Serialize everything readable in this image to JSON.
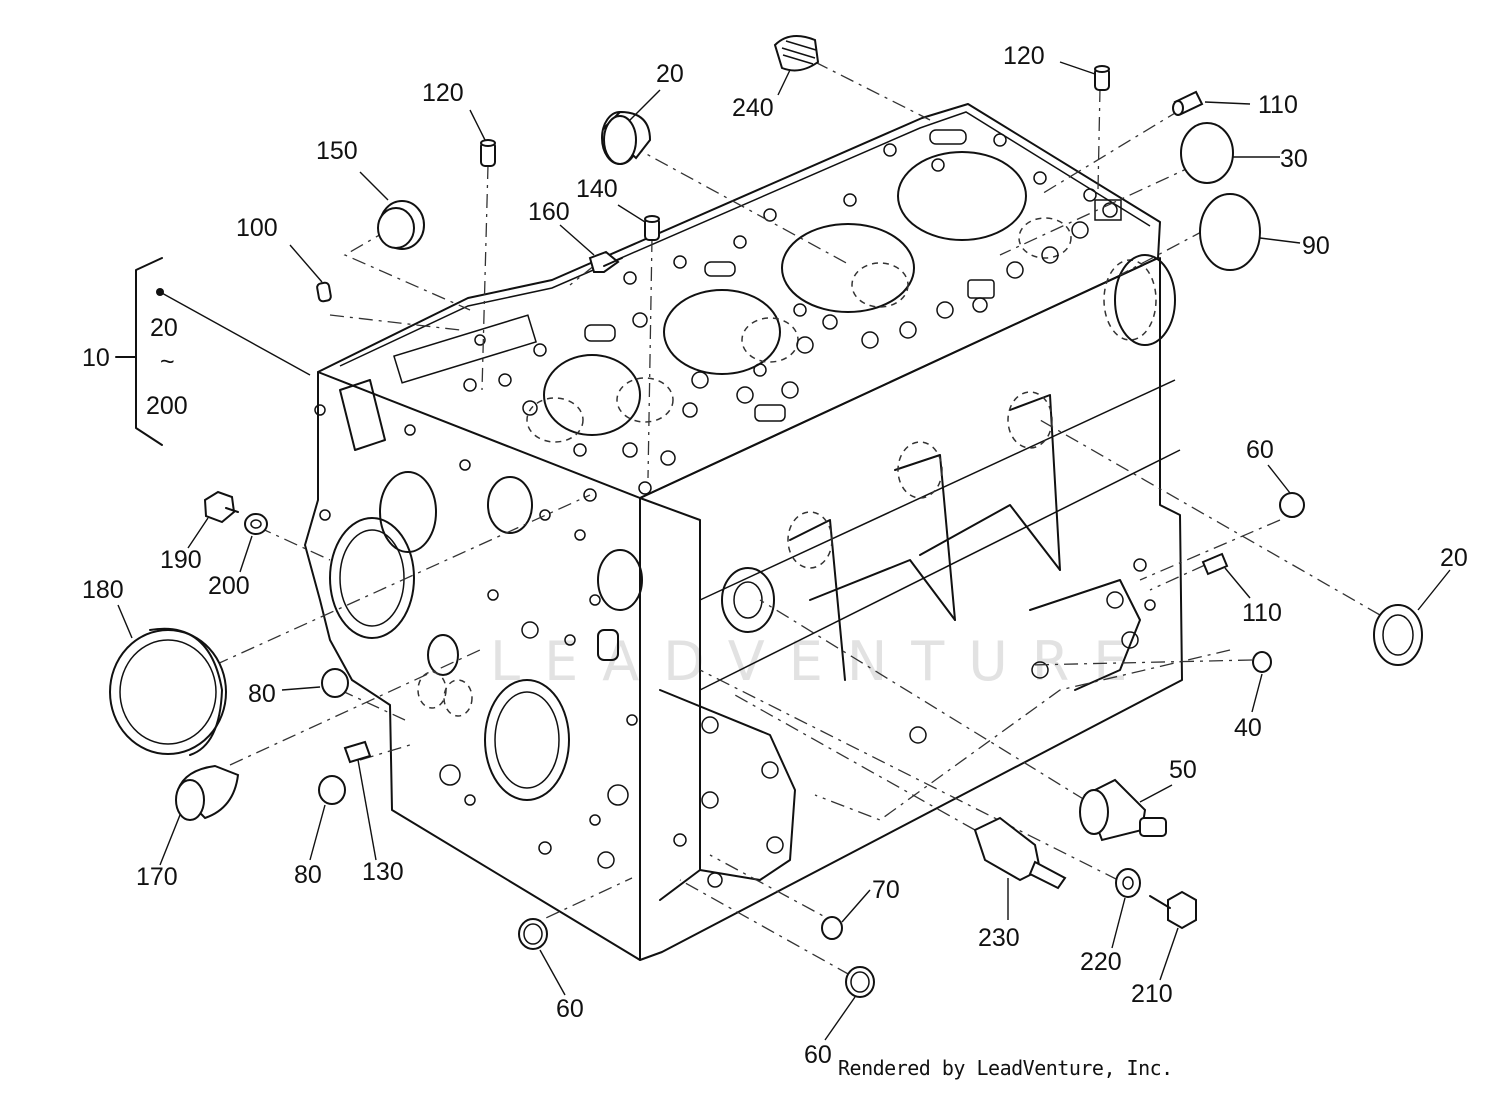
{
  "diagram": {
    "watermark": "LEADVENTURE",
    "credit": "Rendered by LeadVenture, Inc.",
    "group_label": {
      "main": "10",
      "range_start": "20",
      "tilde": "~",
      "range_end": "200"
    },
    "callouts": [
      {
        "id": "c20a",
        "text": "20"
      },
      {
        "id": "c120a",
        "text": "120"
      },
      {
        "id": "c240",
        "text": "240"
      },
      {
        "id": "c120b",
        "text": "120"
      },
      {
        "id": "c110a",
        "text": "110"
      },
      {
        "id": "c30",
        "text": "30"
      },
      {
        "id": "c90",
        "text": "90"
      },
      {
        "id": "c150",
        "text": "150"
      },
      {
        "id": "c100",
        "text": "100"
      },
      {
        "id": "c160",
        "text": "160"
      },
      {
        "id": "c140",
        "text": "140"
      },
      {
        "id": "c190",
        "text": "190"
      },
      {
        "id": "c200",
        "text": "200"
      },
      {
        "id": "c180",
        "text": "180"
      },
      {
        "id": "c80a",
        "text": "80"
      },
      {
        "id": "c170",
        "text": "170"
      },
      {
        "id": "c80b",
        "text": "80"
      },
      {
        "id": "c130",
        "text": "130"
      },
      {
        "id": "c60a",
        "text": "60"
      },
      {
        "id": "c110b",
        "text": "110"
      },
      {
        "id": "c20b",
        "text": "20"
      },
      {
        "id": "c40",
        "text": "40"
      },
      {
        "id": "c50",
        "text": "50"
      },
      {
        "id": "c70",
        "text": "70"
      },
      {
        "id": "c230",
        "text": "230"
      },
      {
        "id": "c220",
        "text": "220"
      },
      {
        "id": "c210",
        "text": "210"
      },
      {
        "id": "c60b",
        "text": "60"
      },
      {
        "id": "c60c",
        "text": "60"
      }
    ]
  }
}
